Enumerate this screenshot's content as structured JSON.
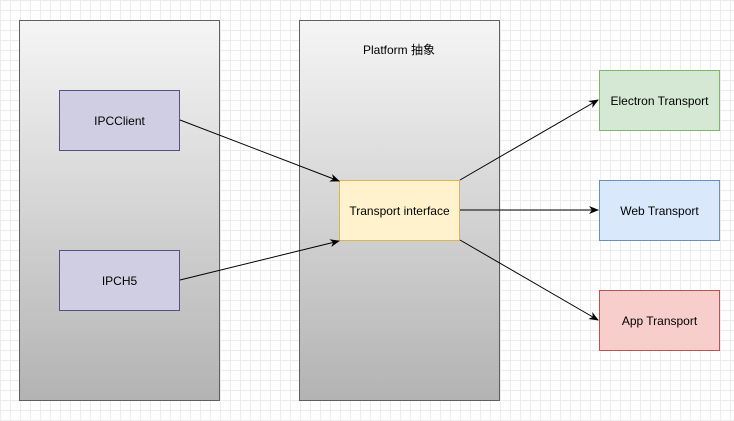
{
  "diagram": {
    "platform_title": "Platform 抽象",
    "nodes": {
      "ipc_client": "IPCClient",
      "ipch5": "IPCH5",
      "transport_interface": "Transport interface",
      "electron_transport": "Electron Transport",
      "web_transport": "Web Transport",
      "app_transport": "App Transport"
    },
    "edges": [
      {
        "from": "IPCClient",
        "to": "Transport interface"
      },
      {
        "from": "IPCH5",
        "to": "Transport interface"
      },
      {
        "from": "Transport interface",
        "to": "Electron Transport"
      },
      {
        "from": "Transport interface",
        "to": "Web Transport"
      },
      {
        "from": "Transport interface",
        "to": "App Transport"
      }
    ]
  }
}
